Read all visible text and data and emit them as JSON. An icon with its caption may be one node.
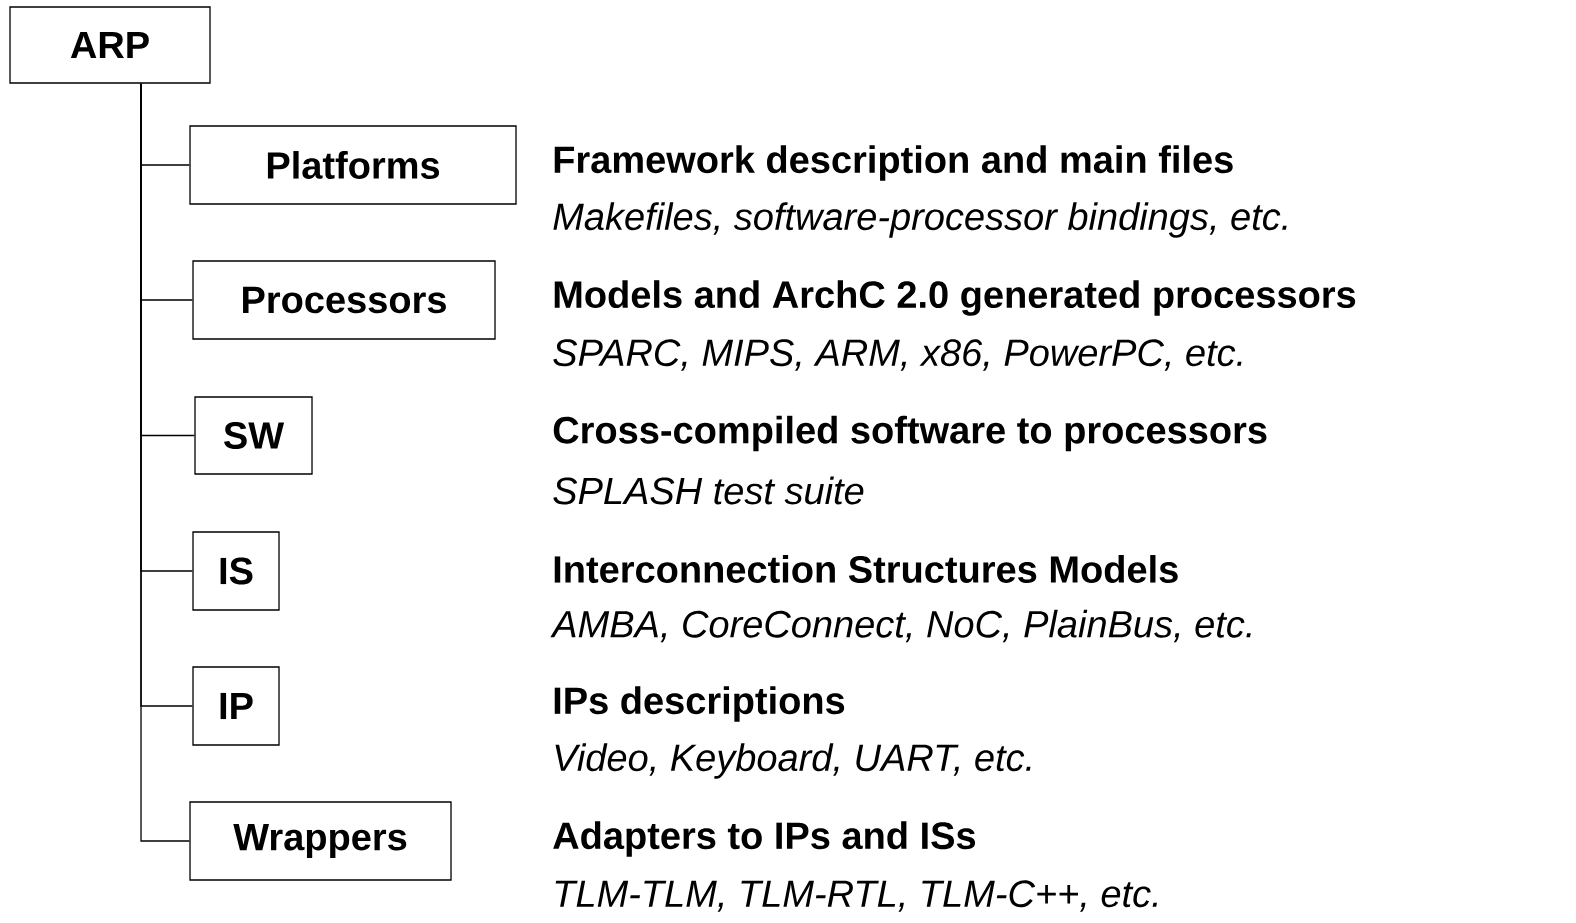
{
  "diagram": {
    "nodes": [
      {
        "text": [
          "ARP"
        ]
      },
      {
        "text": [
          "Platforms"
        ],
        "beside": [
          "Framework description and main files",
          "Makefiles, software-processor bindings, etc."
        ]
      },
      {
        "text": [
          "Processors"
        ],
        "beside": [
          "Models and ArchC 2.0 generated processors",
          "SPARC, MIPS, ARM, x86, PowerPC, etc."
        ]
      },
      {
        "text": [
          "SW"
        ],
        "beside": [
          "Cross-compiled software to processors",
          "SPLASH test suite"
        ]
      },
      {
        "text": [
          "IS"
        ],
        "beside": [
          "Interconnection Structures Models",
          "AMBA, CoreConnect, NoC, PlainBus, etc."
        ]
      },
      {
        "text": [
          "IP"
        ],
        "beside": [
          "IPs descriptions",
          "Video, Keyboard, UART, etc."
        ]
      },
      {
        "text": [
          "Wrappers"
        ],
        "beside": [
          "Adapters to IPs and ISs",
          "TLM-TLM, TLM-RTL, TLM-C++, etc."
        ]
      }
    ],
    "edges": [
      {
        "from": 0,
        "to": 1,
        "arrow": "none"
      },
      {
        "from": 0,
        "to": 2,
        "arrow": "none"
      },
      {
        "from": 0,
        "to": 3,
        "arrow": "none"
      },
      {
        "from": 0,
        "to": 4,
        "arrow": "none"
      },
      {
        "from": 0,
        "to": 5,
        "arrow": "none"
      },
      {
        "from": 0,
        "to": 6,
        "arrow": "none"
      }
    ]
  }
}
